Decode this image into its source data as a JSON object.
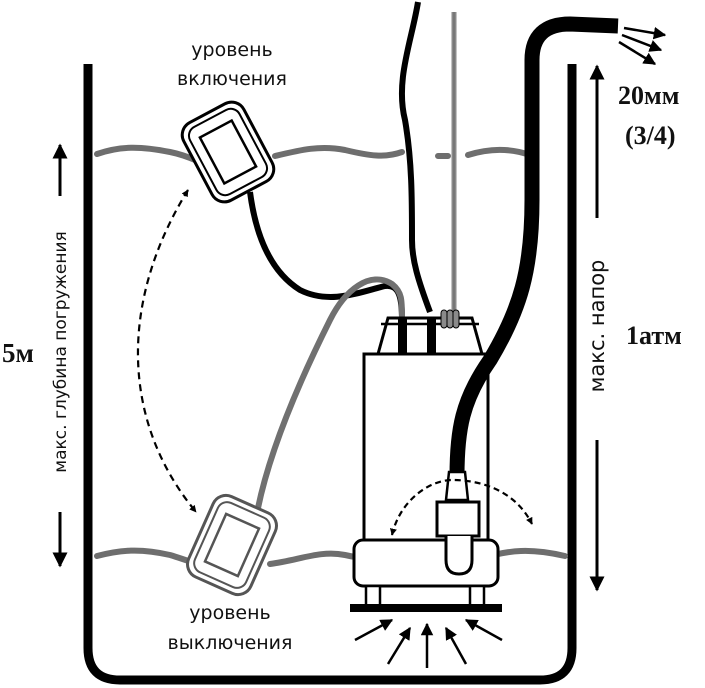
{
  "diagram": {
    "subject": "submersible drainage pump with float switch",
    "labels": {
      "float_on_line1": "уровень",
      "float_on_line2": "включения",
      "float_off_line1": "уровень",
      "float_off_line2": "выключения",
      "max_depth_text": "макс. глубина погружения",
      "max_depth_value": "5м",
      "max_head_text": "макс. напор",
      "max_head_value": "1атм",
      "outlet_size": "20мм",
      "outlet_size_inch": "(3/4)"
    },
    "colors": {
      "line": "#000000",
      "water": "#6e6e6e",
      "float_cable": "#707070",
      "rod": "#8a8a8a",
      "background": "#ffffff"
    }
  }
}
